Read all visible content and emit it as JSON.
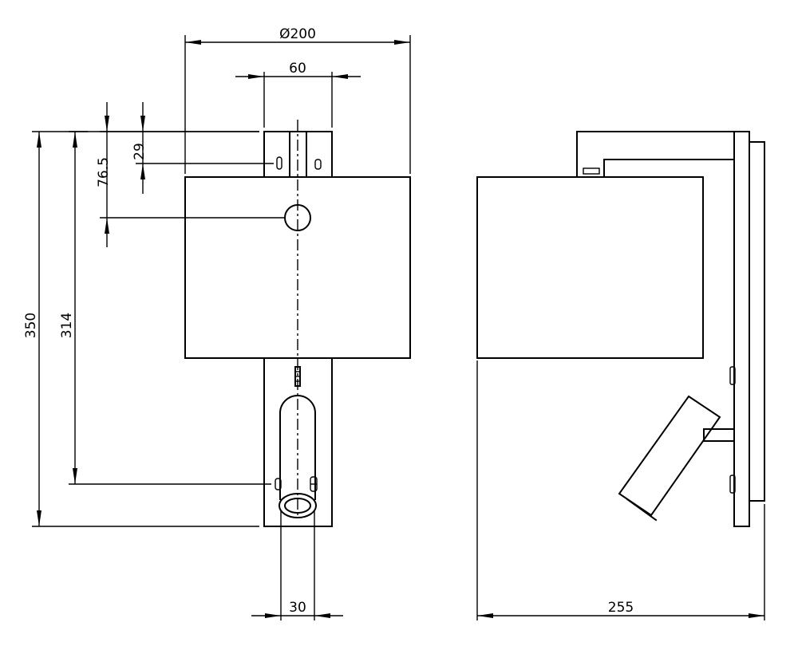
{
  "dimensions": {
    "diameter": "Ø200",
    "bracket_width": "60",
    "bracket_slot_height": "29",
    "top_to_cable_entry": "76.5",
    "overall_height": "350",
    "mounting_hole_spacing": "314",
    "reading_light_width": "30",
    "overall_depth": "255"
  }
}
